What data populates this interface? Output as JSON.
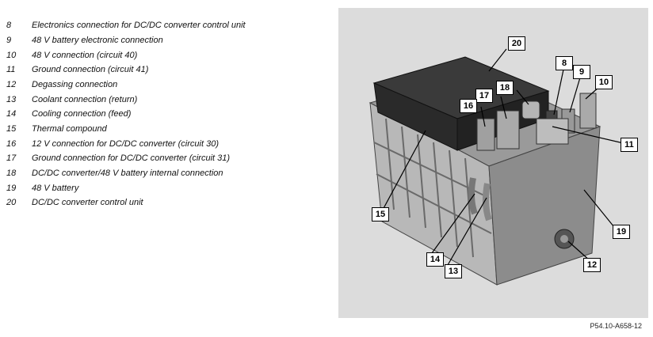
{
  "legend": [
    {
      "num": "8",
      "text": "Electronics connection for DC/DC converter control unit"
    },
    {
      "num": "9",
      "text": "48 V battery electronic connection"
    },
    {
      "num": "10",
      "text": "48 V connection (circuit 40)"
    },
    {
      "num": "11",
      "text": "Ground connection (circuit 41)"
    },
    {
      "num": "12",
      "text": "Degassing connection"
    },
    {
      "num": "13",
      "text": "Coolant connection (return)"
    },
    {
      "num": "14",
      "text": "Cooling connection (feed)"
    },
    {
      "num": "15",
      "text": "Thermal compound"
    },
    {
      "num": "16",
      "text": "12 V connection for DC/DC converter (circuit 30)"
    },
    {
      "num": "17",
      "text": "Ground connection for DC/DC converter (circuit 31)"
    },
    {
      "num": "18",
      "text": "DC/DC converter/48 V battery internal connection"
    },
    {
      "num": "19",
      "text": "48 V battery"
    },
    {
      "num": "20",
      "text": "DC/DC converter control unit"
    }
  ],
  "callouts": {
    "c8": "8",
    "c9": "9",
    "c10": "10",
    "c11": "11",
    "c12": "12",
    "c13": "13",
    "c14": "14",
    "c15": "15",
    "c16": "16",
    "c17": "17",
    "c18": "18",
    "c19": "19",
    "c20": "20"
  },
  "figure_ref": "P54.10-A658-12"
}
